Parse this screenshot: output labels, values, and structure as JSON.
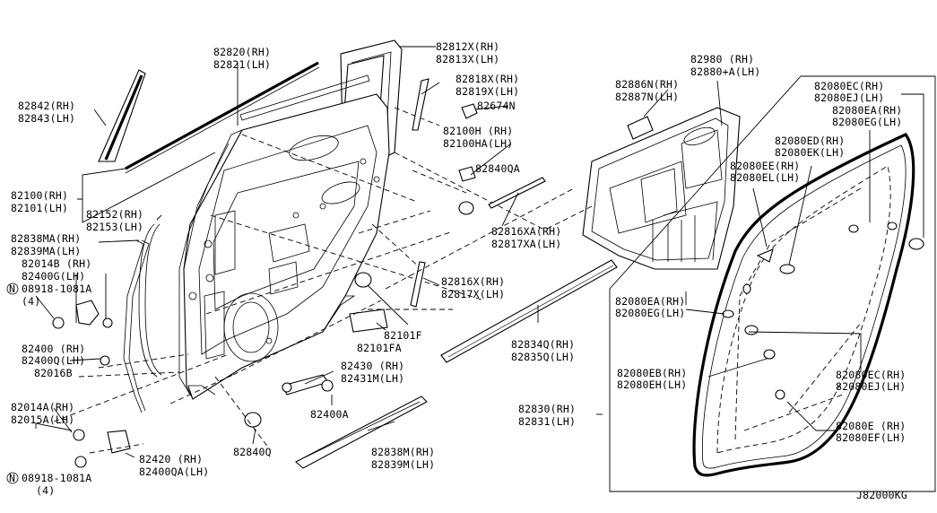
{
  "diagram_code": "J82000KG",
  "labels": {
    "l_82820": "82820(RH)",
    "l_82821": "82821(LH)",
    "l_82812x": "82812X(RH)",
    "l_82813x": "82813X(LH)",
    "l_82842": "82842(RH)",
    "l_82843": "82843(LH)",
    "l_82818x": "82818X(RH)",
    "l_82819x": "82819X(LH)",
    "l_82674n": "82674N",
    "l_82100h": "82100H (RH)",
    "l_82100ha": "82100HA(LH)",
    "l_82840qa": "82840QA",
    "l_82100": "82100(RH)",
    "l_82101": "82101(LH)",
    "l_82152": "82152(RH)",
    "l_82153": "82153(LH)",
    "l_82838ma": "82838MA(RH)",
    "l_82839ma": "82839MA(LH)",
    "l_82014b": "82014B (RH)",
    "l_82400g": "82400G(LH)",
    "l_08918a": "08918-1081A",
    "l_4a": "(4)",
    "l_82400": "82400 (RH)",
    "l_82400q": "82400Q(LH)",
    "l_82016b": "82016B",
    "l_82014a": "82014A(RH)",
    "l_82015a": "82015A(LH)",
    "l_08918b": "08918-1081A",
    "l_4b": "(4)",
    "l_82420": "82420  (RH)",
    "l_82400qa": "82400QA(LH)",
    "l_82840q": "82840Q",
    "l_82430": "82430 (RH)",
    "l_82431m": "82431M(LH)",
    "l_82400a": "82400A",
    "l_82838m": "82838M(RH)",
    "l_82839m": "82839M(LH)",
    "l_82101f": "82101F",
    "l_82101fa": "82101FA",
    "l_82816x": "82816X(RH)",
    "l_82817x": "82817X(LH)",
    "l_82816xa": "82816XA(RH)",
    "l_82817xa": "82817XA(LH)",
    "l_82834q": "82834Q(RH)",
    "l_82835q": "82835Q(LH)",
    "l_82886n": "82886N(RH)",
    "l_82887n": "82887N(LH)",
    "l_82980": "82980  (RH)",
    "l_82880a": "82880+A(LH)",
    "l_82080ec_1": "82080EC(RH)",
    "l_82080ej_1": "82080EJ(LH)",
    "l_82080ea_1": "82080EA(RH)",
    "l_82080eg_1": "82080EG(LH)",
    "l_82080ed": "82080ED(RH)",
    "l_82080ek": "82080EK(LH)",
    "l_82080ee": "82080EE(RH)",
    "l_82080el": "82080EL(LH)",
    "l_82080ea_2": "82080EA(RH)",
    "l_82080eg_2": "82080EG(LH)",
    "l_82080eb": "82080EB(RH)",
    "l_82080eh": "82080EH(LH)",
    "l_82080ec_2": "82080EC(RH)",
    "l_82080ej_2": "82080EJ(LH)",
    "l_82830": "82830(RH)",
    "l_82831": "82831(LH)",
    "l_82080e": "82080E (RH)",
    "l_82080ef": "82080EF(LH)"
  }
}
